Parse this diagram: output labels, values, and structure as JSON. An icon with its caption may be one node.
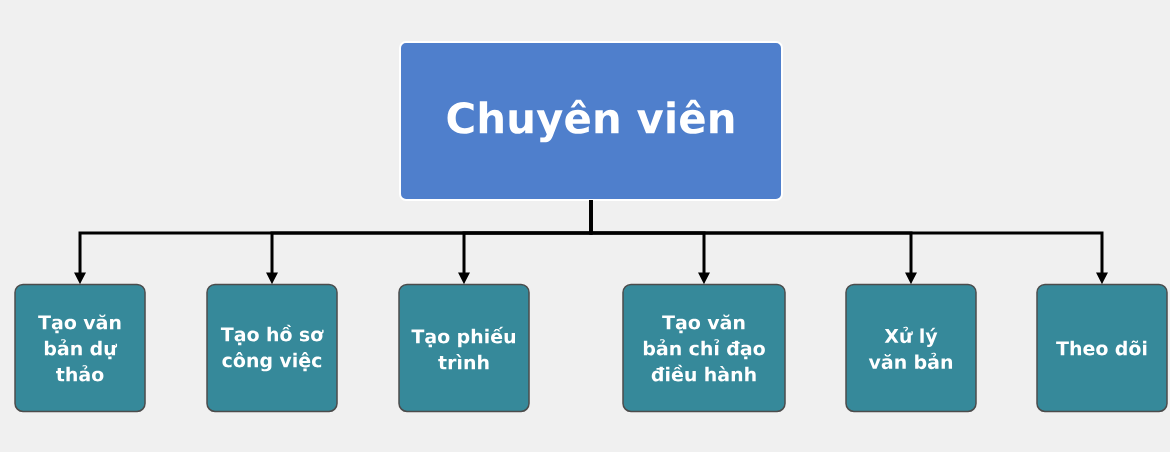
{
  "diagram": {
    "nodes": [
      {
        "text": [
          "Chuyên viên"
        ]
      },
      {
        "text": [
          "Tạo văn bản dự thảo"
        ]
      },
      {
        "text": [
          "Tạo hồ sơ công việc"
        ]
      },
      {
        "text": [
          "Tạo phiếu trình"
        ]
      },
      {
        "text": [
          "Tạo văn bản chỉ đạo điều hành"
        ]
      },
      {
        "text": [
          "Xử lý văn bản"
        ]
      },
      {
        "text": [
          "Theo dõi"
        ]
      }
    ],
    "edges": [
      {
        "from": 0,
        "to": 1,
        "arrow": "to"
      },
      {
        "from": 0,
        "to": 2,
        "arrow": "to"
      },
      {
        "from": 0,
        "to": 3,
        "arrow": "to"
      },
      {
        "from": 0,
        "to": 4,
        "arrow": "to"
      },
      {
        "from": 0,
        "to": 5,
        "arrow": "to"
      },
      {
        "from": 0,
        "to": 6,
        "arrow": "to"
      }
    ]
  }
}
